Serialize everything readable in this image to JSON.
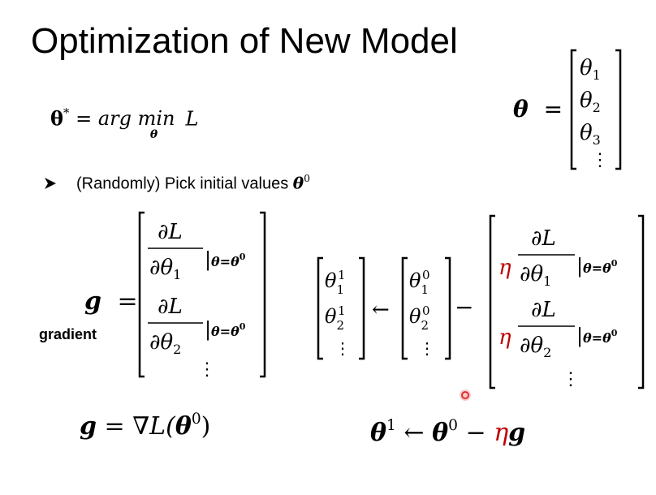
{
  "title": "Optimization of New Model",
  "objective": {
    "lhs_symbol": "θ",
    "lhs_sup": "*",
    "eq": "=",
    "argmin_text": "arg min",
    "argmin_sub": "θ",
    "L": "L"
  },
  "theta_vector": {
    "lhs": "θ",
    "eq": "=",
    "entries": [
      "θ",
      "θ",
      "θ",
      "⋮"
    ],
    "subs": [
      "1",
      "2",
      "3",
      ""
    ]
  },
  "bullet": {
    "icon": "arrow-bullet-icon",
    "text": "(Randomly) Pick initial values ",
    "symbol": "θ",
    "sup": "0"
  },
  "gradient": {
    "lhs": "g",
    "eq": "=",
    "label": "gradient",
    "partial_num": "∂L",
    "partial_den": "∂θ",
    "den_subs": [
      "1",
      "2"
    ],
    "eval_text": "|",
    "eval_cond": "θ=θ",
    "eval_sup": "0",
    "vdots": "⋮"
  },
  "update": {
    "new_theta_subs": [
      "1",
      "2"
    ],
    "new_theta_sup": "1",
    "old_theta_sup": "0",
    "theta": "θ",
    "arrow": "←",
    "minus": "−",
    "eta": "η",
    "vdots": "⋮"
  },
  "grad_def": {
    "lhs": "g",
    "eq": "=",
    "nabla": "∇",
    "L": "L(",
    "theta": "θ",
    "sup": "0",
    "close": ")"
  },
  "update_compact": {
    "theta": "θ",
    "sup1": "1",
    "arrow": "←",
    "sup0": "0",
    "minus": "−",
    "eta": "η",
    "g": "g"
  },
  "colors": {
    "text": "#000000",
    "accent_red": "#c00000",
    "cursor_dot": "#e03030"
  }
}
